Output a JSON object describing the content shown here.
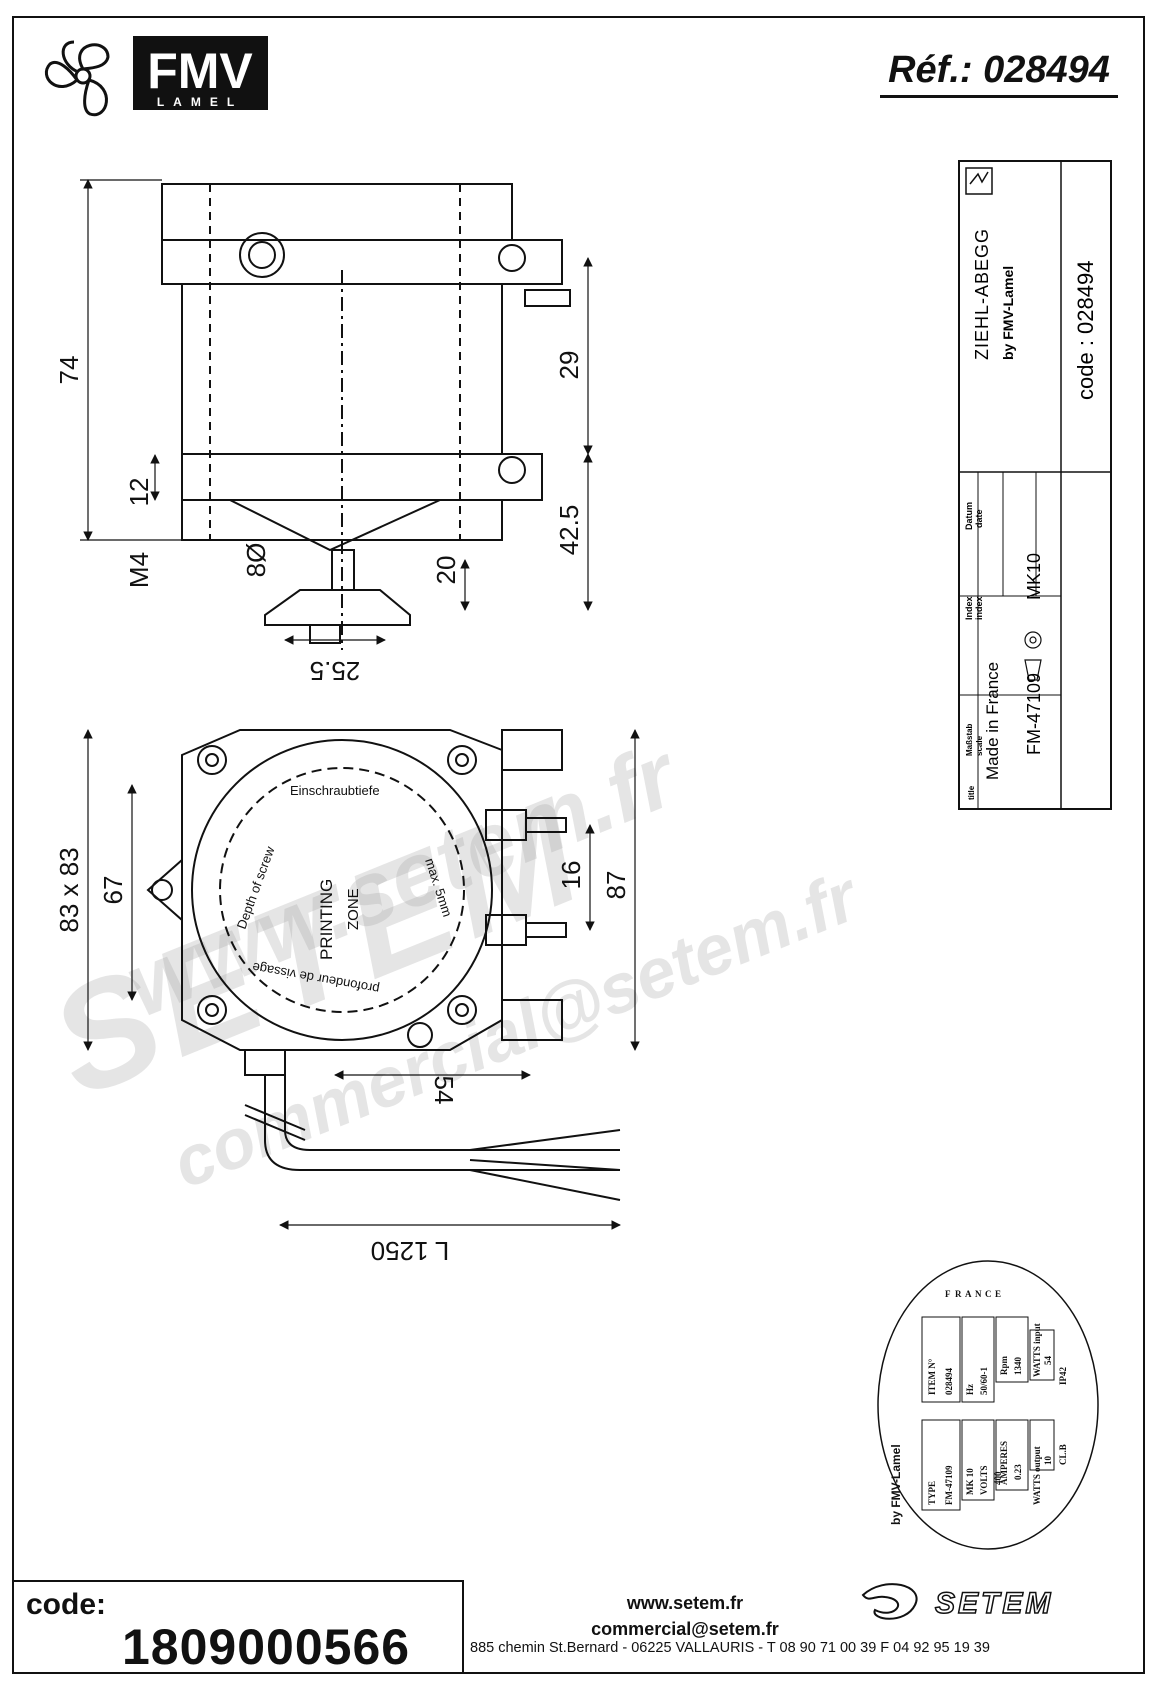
{
  "brand": {
    "name": "FMV",
    "sub": "LAMEL"
  },
  "reference": "Réf.: 028494",
  "title_block": {
    "maker": "ZIEHL-ABEGG",
    "by": "by FMV-Lamel",
    "code": "code : 028494",
    "datum_de": "Datum",
    "datum_en": "date",
    "index_de": "Index",
    "index_en": "index",
    "made_in": "Made in France",
    "scale_de": "Maßstab",
    "scale_en": "scale",
    "title_label": "title",
    "model": "FM-47109",
    "variant": "MK10"
  },
  "dimensions": {
    "height": "74",
    "d29": "29",
    "d12": "12",
    "d42_5": "42.5",
    "m4": "M4",
    "shaft": "8Ø",
    "d20": "20",
    "d25_5": "25.5",
    "square": "83 x 83",
    "d67": "67",
    "d16": "16",
    "d87": "87",
    "d54": "54",
    "cable": "L 1250"
  },
  "face_labels": {
    "depth_de": "Einschraubtiefe",
    "depth_en": "Depth of screw",
    "max": "max. 5mm",
    "depth_fr": "profondeur de vissage",
    "printing": "PRINTING",
    "zone": "ZONE"
  },
  "nameplate": {
    "by": "by FMV-Lamel",
    "france": [
      "F",
      "R",
      "A",
      "N",
      "C",
      "E"
    ],
    "item_label": "ITEM N°",
    "item_value": "028494",
    "hz_label": "Hz",
    "hz_value": "50/60-1",
    "rpm_label": "Rpm",
    "rpm_value": "1340",
    "watts_in_label": "WATTS input",
    "watts_in_value": "54",
    "ip": "IP42",
    "type_label": "TYPE",
    "type_value": "FM-47109",
    "mk": "MK 10",
    "volts_label": "VOLTS",
    "volts_value": "400",
    "amperes_label": "AMPERES",
    "amperes_value": "0.23",
    "watts_out_label": "WATTS output",
    "watts_out_value": "10",
    "class": "CL.B"
  },
  "footer": {
    "code_label": "code:",
    "code_value": "1809000566",
    "web": "www.setem.fr",
    "email": "commercial@setem.fr",
    "address": "885 chemin St.Bernard  -  06225 VALLAURIS  -  T 08 90 71 00 39   F 04 92 95 19 39",
    "company": "SETEM"
  },
  "watermarks": {
    "w1": "www.setem.fr",
    "w2": "SETEM",
    "w3": "commercial@setem.fr"
  }
}
